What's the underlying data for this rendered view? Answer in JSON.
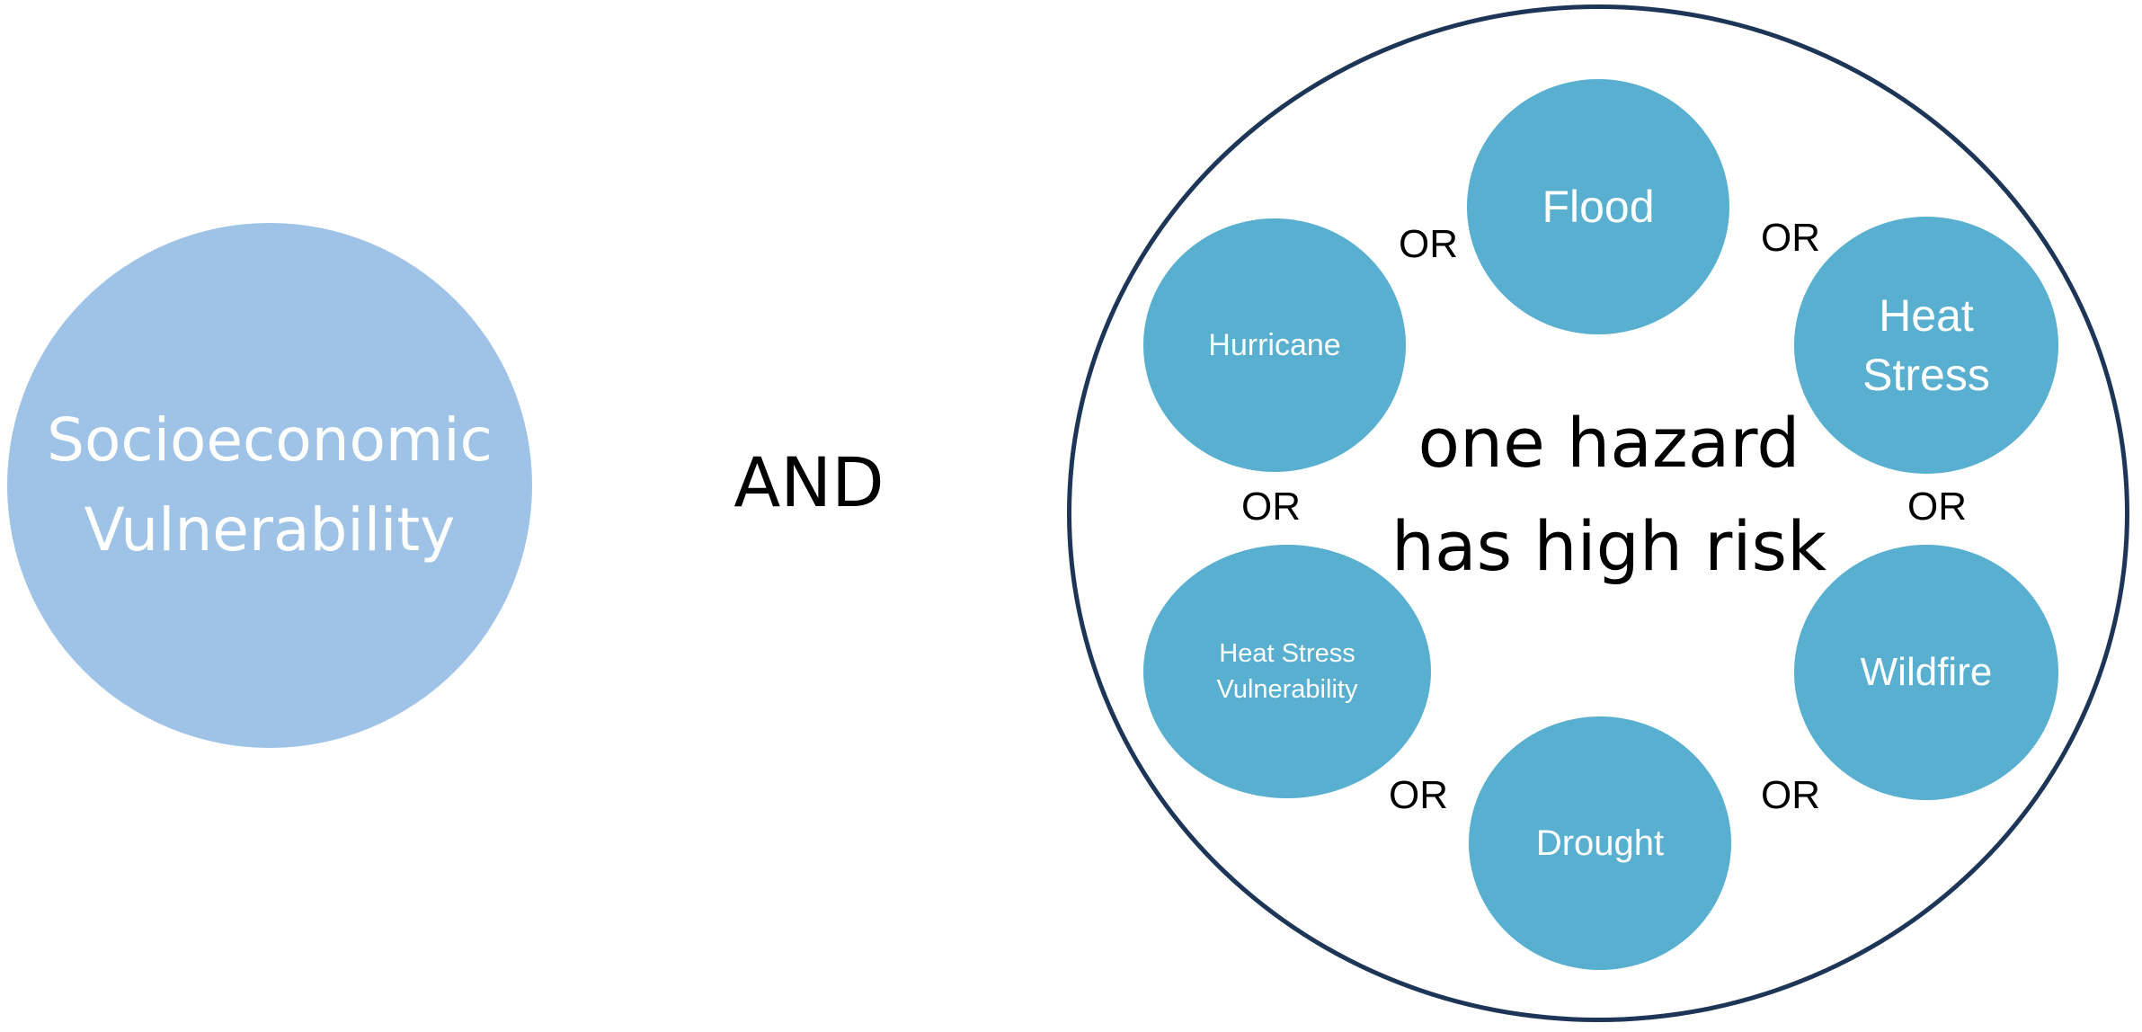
{
  "diagram": {
    "socioeconomic": {
      "line1": "Socioeconomic",
      "line2": "Vulnerability",
      "fill_color": "#9fc3e7"
    },
    "connector": "AND",
    "hazard_group": {
      "center_line1": "one hazard",
      "center_line2": "has high risk",
      "border_color": "#1d3557",
      "hazards": {
        "flood": "Flood",
        "hurricane": "Hurricane",
        "heat_stress_line1": "Heat",
        "heat_stress_line2": "Stress",
        "heat_stress_vulnerability_line1": "Heat Stress",
        "heat_stress_vulnerability_line2": "Vulnerability",
        "wildfire": "Wildfire",
        "drought": "Drought"
      },
      "hazard_fill_color": "#58afd0",
      "or_labels": [
        "OR",
        "OR",
        "OR",
        "OR",
        "OR",
        "OR"
      ]
    }
  }
}
